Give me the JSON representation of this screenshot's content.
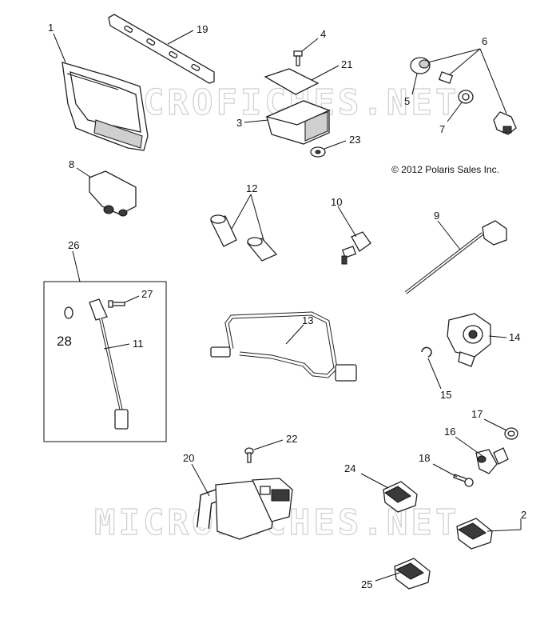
{
  "copyright": "© 2012 Polaris Sales Inc.",
  "watermark": "MICROFICHES.NET",
  "callouts": {
    "c1": "1",
    "c2": "2",
    "c3": "3",
    "c4": "4",
    "c5": "5",
    "c6": "6",
    "c7": "7",
    "c8": "8",
    "c9": "9",
    "c10": "10",
    "c11": "11",
    "c12": "12",
    "c13": "13",
    "c14": "14",
    "c15": "15",
    "c16": "16",
    "c17": "17",
    "c18": "18",
    "c19": "19",
    "c20": "20",
    "c21": "21",
    "c22": "22",
    "c23": "23",
    "c24": "24",
    "c25": "25",
    "c26": "26",
    "c27": "27",
    "c28": "28"
  }
}
